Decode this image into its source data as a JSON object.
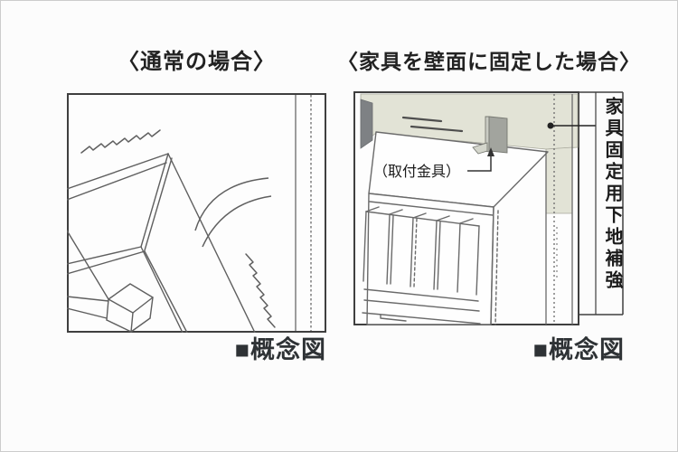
{
  "figure": {
    "left_panel": {
      "title": "〈通常の場合〉",
      "caption": "■概念図"
    },
    "right_panel": {
      "title": "〈家具を壁面に固定した場合〉",
      "caption": "■概念図",
      "bracket_label": "（取付金具）",
      "wall_reinforcement_label": "家具固定用下地補強"
    }
  },
  "colors": {
    "wall_band": "#e2e3d6",
    "bracket_plate": "#a2a49e",
    "bracket_edge": "#c9cbc3",
    "bracket_foot": "#d4d6cc",
    "dark_wall_edge": "#7e8184",
    "sketch_line": "#5f5f5f",
    "frame_line": "#3f3f3f",
    "leader_line": "#222222"
  }
}
